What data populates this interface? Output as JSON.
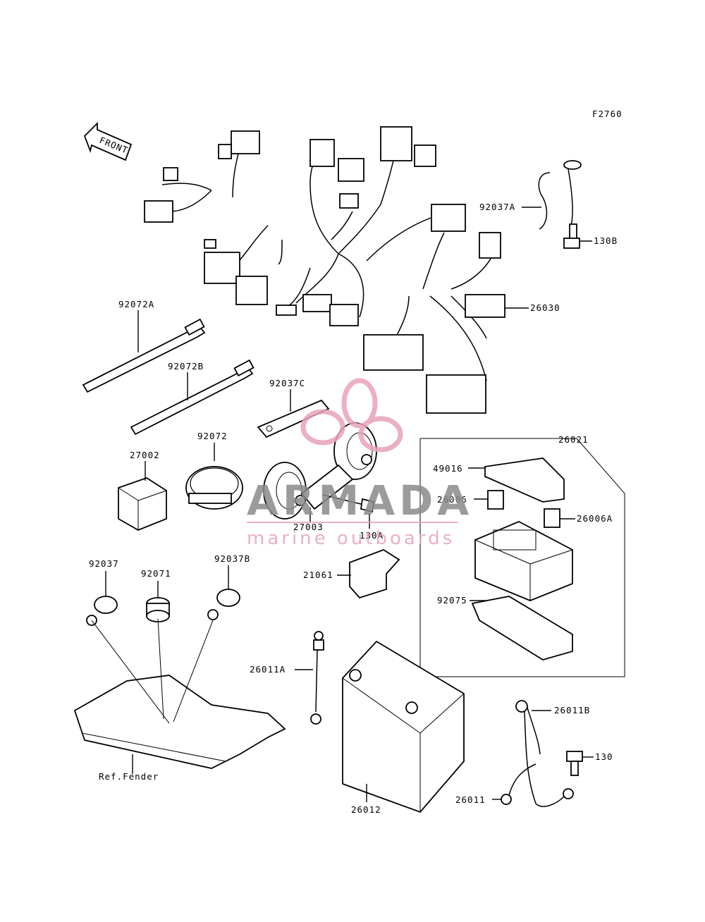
{
  "figure_code": "F2760",
  "direction_marker": "FRONT",
  "watermark": {
    "brand": "ARMADA",
    "tagline": "marine outboards",
    "color": "#e8a3b8"
  },
  "labels": {
    "p92037A": "92037A",
    "p130B": "130B",
    "p26030": "26030",
    "p92072A": "92072A",
    "p92072B": "92072B",
    "p92037C": "92037C",
    "p92072": "92072",
    "p27002": "27002",
    "p27003": "27003",
    "p130A": "130A",
    "p26021": "26021",
    "p49016": "49016",
    "p26006": "26006",
    "p26006A": "26006A",
    "p92075": "92075",
    "p92037": "92037",
    "p92071": "92071",
    "p92037B": "92037B",
    "p21061": "21061",
    "p26011A": "26011A",
    "p26011B": "26011B",
    "p130": "130",
    "p26011": "26011",
    "p26012": "26012",
    "refFender": "Ref.Fender"
  }
}
